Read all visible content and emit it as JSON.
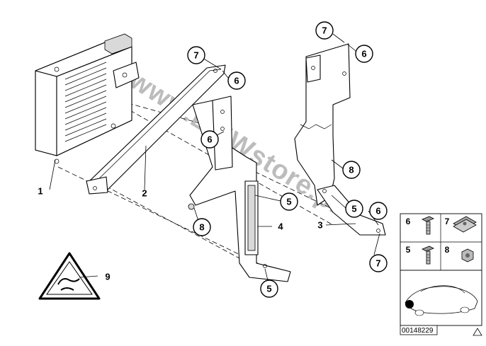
{
  "watermark": "www.BMWstore.pl",
  "part_numbers": {
    "p1": "1",
    "p2": "2",
    "p3": "3",
    "p4": "4",
    "p9": "9"
  },
  "callouts": {
    "c7_left_bracket": "7",
    "c6_left_bracket": "6",
    "c6_middle": "6",
    "c7_top_right": "7",
    "c6_top_right": "6",
    "c8_right": "8",
    "c5_right": "5",
    "c6_lower_right": "6",
    "c7_lower_right": "7",
    "c5_middle": "5",
    "c8_left": "8",
    "c5_bottom": "5"
  },
  "legend": {
    "r1_a": "6",
    "r1_b": "7",
    "r2_a": "5",
    "r2_b": "8"
  },
  "doc_id": "00148229"
}
